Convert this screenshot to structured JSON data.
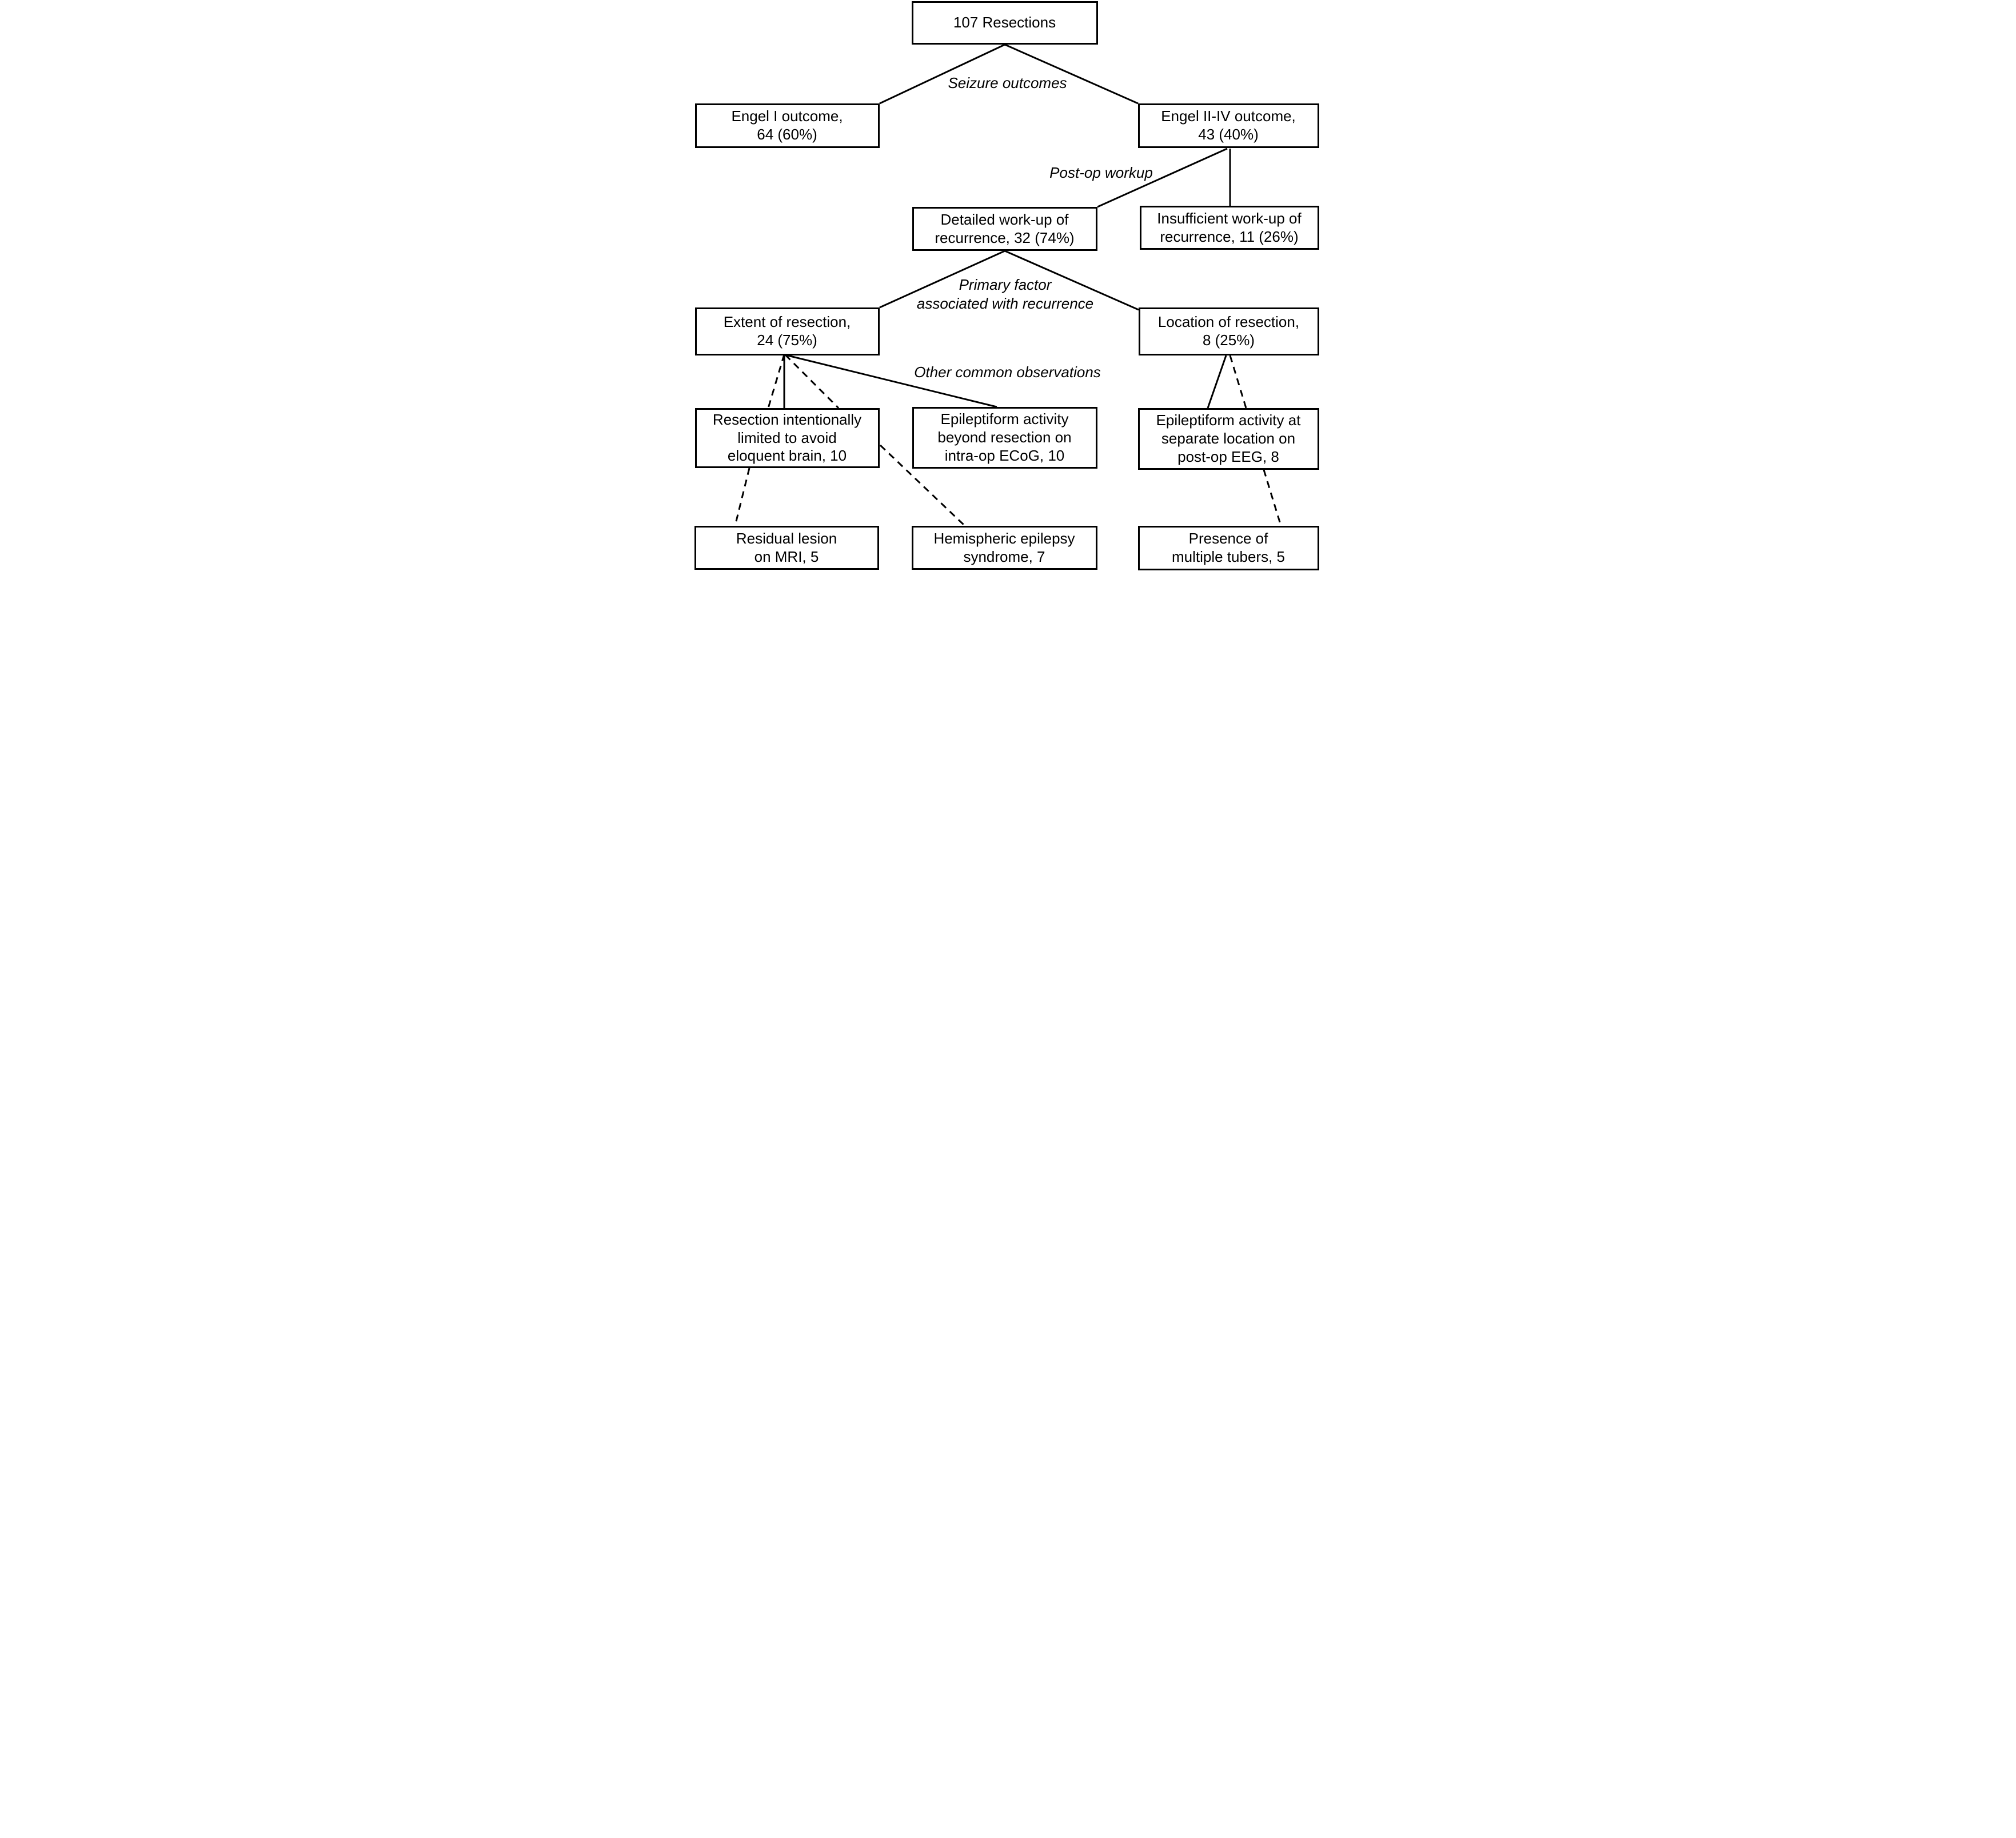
{
  "flowchart": {
    "colors": {
      "background": "#ffffff",
      "box_fill": "#ffffff",
      "box_border": "#000000",
      "line": "#000000",
      "text": "#000000"
    },
    "nodes": {
      "resections": {
        "text": "107 Resections",
        "count": 107
      },
      "engel1": {
        "text": "Engel I outcome,\n64 (60%)",
        "count": 64,
        "percent": "60%"
      },
      "engel24": {
        "text": "Engel II-IV outcome,\n43 (40%)",
        "count": 43,
        "percent": "40%"
      },
      "detailed_workup": {
        "text": "Detailed work-up of\nrecurrence, 32 (74%)",
        "count": 32,
        "percent": "74%"
      },
      "insufficient_workup": {
        "text": "Insufficient work-up of\nrecurrence, 11 (26%)",
        "count": 11,
        "percent": "26%"
      },
      "extent": {
        "text": "Extent of resection,\n24 (75%)",
        "count": 24,
        "percent": "75%"
      },
      "location": {
        "text": "Location of resection,\n8 (25%)",
        "count": 8,
        "percent": "25%"
      },
      "limited_resection": {
        "text": "Resection intentionally\nlimited to avoid\neloquent brain, 10",
        "count": 10
      },
      "ecog": {
        "text": "Epileptiform activity\nbeyond resection on\nintra-op ECoG, 10",
        "count": 10
      },
      "eeg": {
        "text": "Epileptiform activity at\nseparate location on\npost-op EEG, 8",
        "count": 8
      },
      "residual_lesion": {
        "text": "Residual lesion\non MRI, 5",
        "count": 5
      },
      "hemispheric": {
        "text": "Hemispheric epilepsy\nsyndrome, 7",
        "count": 7
      },
      "tubers": {
        "text": "Presence of\nmultiple tubers, 5",
        "count": 5
      }
    },
    "edge_labels": {
      "seizure_outcomes": {
        "text": "Seizure outcomes"
      },
      "postop_workup": {
        "text": "Post-op workup"
      },
      "primary_factor": {
        "text": "Primary factor\nassociated with recurrence"
      },
      "other_observations": {
        "text": "Other common observations"
      }
    },
    "edges": [
      {
        "from": "resections",
        "to": "engel1",
        "style": "solid"
      },
      {
        "from": "resections",
        "to": "engel24",
        "style": "solid"
      },
      {
        "from": "engel24",
        "to": "detailed_workup",
        "style": "solid"
      },
      {
        "from": "engel24",
        "to": "insufficient_workup",
        "style": "solid"
      },
      {
        "from": "detailed_workup",
        "to": "extent",
        "style": "solid"
      },
      {
        "from": "detailed_workup",
        "to": "location",
        "style": "solid"
      },
      {
        "from": "extent",
        "to": "limited_resection",
        "style": "solid"
      },
      {
        "from": "extent",
        "to": "limited_resection",
        "style": "dashed"
      },
      {
        "from": "extent",
        "to": "limited_resection",
        "style": "dashed"
      },
      {
        "from": "extent",
        "to": "ecog",
        "style": "solid"
      },
      {
        "from": "limited_resection",
        "to": "residual_lesion",
        "style": "dashed"
      },
      {
        "from": "limited_resection",
        "to": "hemispheric",
        "style": "dashed"
      },
      {
        "from": "location",
        "to": "eeg",
        "style": "solid"
      },
      {
        "from": "location",
        "to": "eeg",
        "style": "dashed"
      },
      {
        "from": "eeg",
        "to": "tubers",
        "style": "dashed"
      }
    ]
  }
}
